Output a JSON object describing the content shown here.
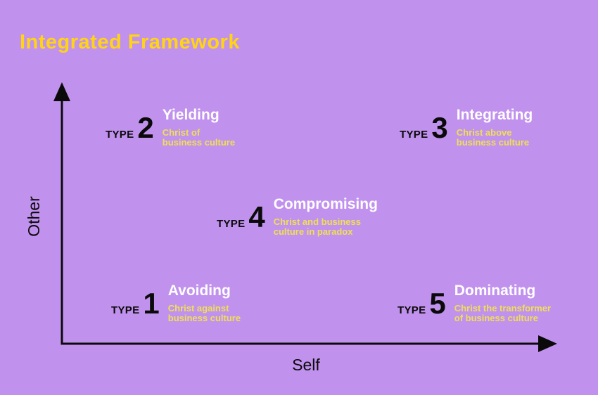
{
  "title": "Integrated Framework",
  "axes": {
    "y_label": "Other",
    "x_label": "Self"
  },
  "types": [
    {
      "word": "TYPE",
      "number": "1",
      "name": "Avoiding",
      "caption": [
        "Christ against",
        "business culture"
      ]
    },
    {
      "word": "TYPE",
      "number": "2",
      "name": "Yielding",
      "caption": [
        "Christ of",
        "business culture"
      ]
    },
    {
      "word": "TYPE",
      "number": "3",
      "name": "Integrating",
      "caption": [
        "Christ above",
        "business culture"
      ]
    },
    {
      "word": "TYPE",
      "number": "4",
      "name": "Compromising",
      "caption": [
        "Christ and business",
        "culture in paradox"
      ]
    },
    {
      "word": "TYPE",
      "number": "5",
      "name": "Dominating",
      "caption": [
        "Christ the transformer",
        "of business culture"
      ]
    }
  ],
  "colors": {
    "background": "#C191EE",
    "title_text": "#FFD414",
    "caption_text": "#EFE054",
    "type_name_text": "#FFFFFF",
    "axis": "#0A0A0A"
  }
}
